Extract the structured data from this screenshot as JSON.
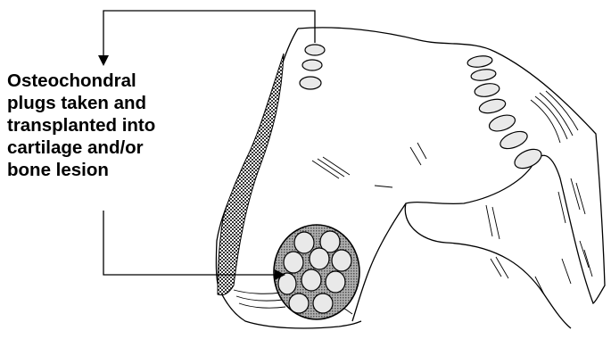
{
  "figure": {
    "caption_lines": [
      "Osteochondral",
      "plugs taken and",
      "transplanted into",
      "cartilage and/or",
      "bone lesion"
    ]
  },
  "colors": {
    "line": "#000000",
    "plug_fill": "#e9e9e9",
    "lesion_fill": "#9a9a9a",
    "background": "#ffffff"
  },
  "icons": [
    "arrow-head-down",
    "arrow-head-right"
  ]
}
